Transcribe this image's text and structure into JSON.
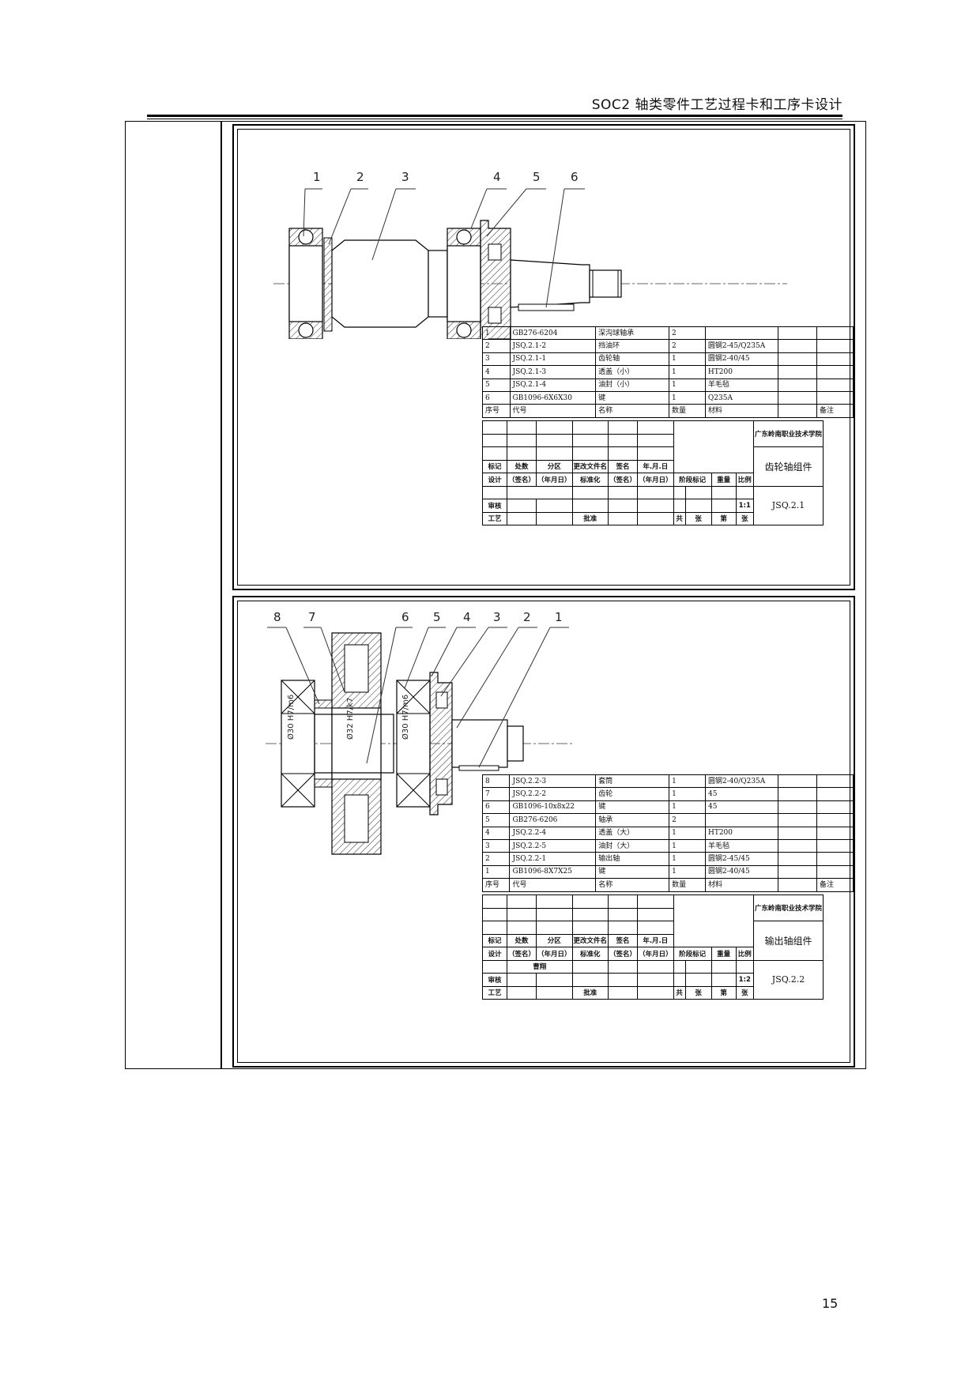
{
  "header": {
    "title": "SOC2 轴类零件工艺过程卡和工序卡设计"
  },
  "page_number": "15",
  "drawing1": {
    "callouts": [
      "1",
      "2",
      "3",
      "4",
      "5",
      "6"
    ],
    "parts_list": {
      "rows": [
        [
          "1",
          "GB276-6204",
          "深沟球轴承",
          "2",
          "",
          "",
          ""
        ],
        [
          "2",
          "JSQ.2.1-2",
          "挡油环",
          "2",
          "圆钢2-45/Q235A",
          "",
          ""
        ],
        [
          "3",
          "JSQ.2.1-1",
          "齿轮轴",
          "1",
          "圆钢2-40/45",
          "",
          ""
        ],
        [
          "4",
          "JSQ.2.1-3",
          "透盖（小）",
          "1",
          "HT200",
          "",
          ""
        ],
        [
          "5",
          "JSQ.2.1-4",
          "油封（小）",
          "1",
          "羊毛毡",
          "",
          ""
        ],
        [
          "6",
          "GB1096-6X6X30",
          "键",
          "1",
          "Q235A",
          "",
          ""
        ]
      ],
      "header": [
        "序号",
        "代号",
        "名称",
        "数量",
        "材料",
        "",
        "备注"
      ]
    },
    "title_block": {
      "school": "广东岭南职业技术学院",
      "part_name": "齿轮轴组件",
      "drawing_no": "JSQ.2.1",
      "labels": [
        "标记",
        "处数",
        "分区",
        "更改文件名",
        "签名",
        "年.月.日"
      ],
      "design_row": [
        "设计",
        "（签名）",
        "（年月日）",
        "标准化",
        "（签名）",
        "（年月日）"
      ],
      "stage_labels": [
        "阶段标记",
        "重量",
        "比例"
      ],
      "scale": "1:1",
      "review": "审核",
      "process": "工艺",
      "approve": "批准",
      "sheet": [
        "共",
        "张",
        "第",
        "张"
      ],
      "designer": ""
    }
  },
  "drawing2": {
    "callouts": [
      "8",
      "7",
      "6",
      "5",
      "4",
      "3",
      "2",
      "1"
    ],
    "dimensions": [
      "Ø30 H7/m6",
      "Ø32 H7/k7",
      "Ø30 H7/m6"
    ],
    "parts_list": {
      "rows": [
        [
          "8",
          "JSQ.2.2-3",
          "套筒",
          "1",
          "圆钢2-40/Q235A",
          "",
          ""
        ],
        [
          "7",
          "JSQ.2.2-2",
          "齿轮",
          "1",
          "45",
          "",
          ""
        ],
        [
          "6",
          "GB1096-10x8x22",
          "键",
          "1",
          "45",
          "",
          ""
        ],
        [
          "5",
          "GB276-6206",
          "轴承",
          "2",
          "",
          "",
          ""
        ],
        [
          "4",
          "JSQ.2.2-4",
          "透盖（大）",
          "1",
          "HT200",
          "",
          ""
        ],
        [
          "3",
          "JSQ.2.2-5",
          "油封（大）",
          "1",
          "羊毛毡",
          "",
          ""
        ],
        [
          "2",
          "JSQ.2.2-1",
          "输出轴",
          "1",
          "圆钢2-45/45",
          "",
          ""
        ],
        [
          "1",
          "GB1096-8X7X25",
          "键",
          "1",
          "圆钢2-40/45",
          "",
          ""
        ]
      ],
      "header": [
        "序号",
        "代号",
        "名称",
        "数量",
        "材料",
        "",
        "备注"
      ]
    },
    "title_block": {
      "school": "广东岭南职业技术学院",
      "part_name": "输出轴组件",
      "drawing_no": "JSQ.2.2",
      "labels": [
        "标记",
        "处数",
        "分区",
        "更改文件名",
        "签名",
        "年.月.日"
      ],
      "design_row": [
        "设计",
        "（签名）",
        "（年月日）",
        "标准化",
        "（签名）",
        "（年月日）"
      ],
      "stage_labels": [
        "阶段标记",
        "重量",
        "比例"
      ],
      "scale": "1:2",
      "review": "审核",
      "process": "工艺",
      "approve": "批准",
      "sheet": [
        "共",
        "张",
        "第",
        "张"
      ],
      "designer": "曹翔"
    }
  }
}
